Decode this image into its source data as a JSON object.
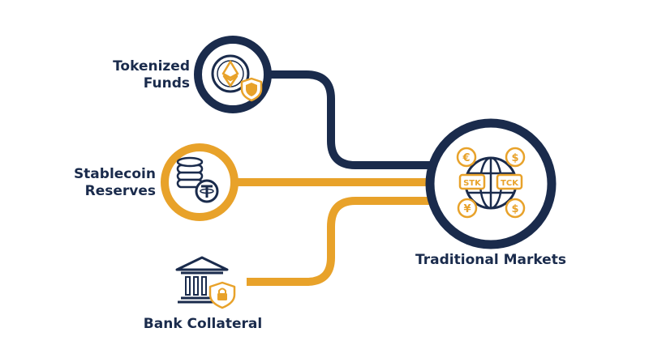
{
  "nodes": {
    "tokenized_funds": {
      "line1": "Tokenized",
      "line2": "Funds"
    },
    "stablecoin_reserves": {
      "line1": "Stablecoin",
      "line2": "Reserves"
    },
    "bank_collateral": {
      "label": "Bank Collateral"
    },
    "traditional_markets": {
      "label": "Traditional Markets",
      "badges": {
        "euro": "€",
        "dollar_top": "$",
        "yen": "¥",
        "dollar_bottom": "$"
      },
      "tickers": {
        "left": "STK",
        "right": "TCK"
      }
    }
  },
  "icons": {
    "tokenized_funds": [
      "ethereum-coin-icon",
      "shield-icon"
    ],
    "stablecoin_reserves": [
      "coin-stack-icon",
      "tether-coin-icon"
    ],
    "bank_collateral": [
      "bank-building-icon",
      "lock-shield-icon"
    ],
    "traditional_markets": [
      "globe-icon",
      "currency-badge-icon",
      "ticker-tag-icon"
    ]
  },
  "colors": {
    "navy": "#1a2b4c",
    "gold": "#e8a22a",
    "background": "#ffffff"
  }
}
